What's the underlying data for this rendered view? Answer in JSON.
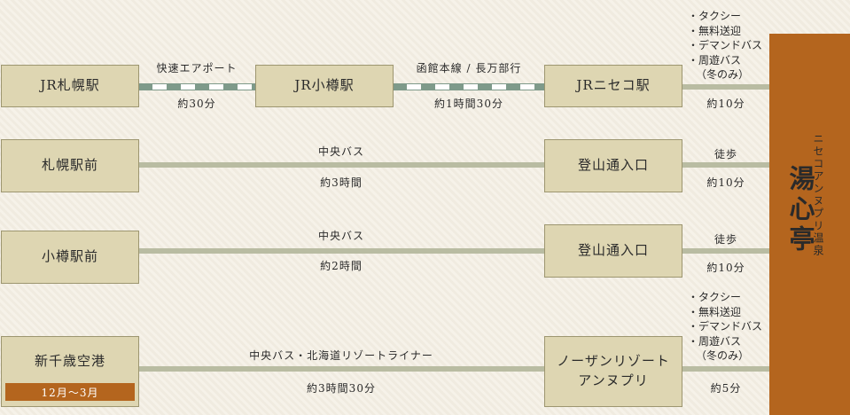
{
  "destination": {
    "name": "湯心亭",
    "area": "ニセコアンヌプリ温泉"
  },
  "routes": [
    {
      "origin": "JR札幌駅",
      "via1": "JR小樽駅",
      "leg1_line": "快速エアポート",
      "leg1_time": "約30分",
      "via2": "JRニセコ駅",
      "leg2_line": "函館本線 / 長万部行",
      "leg2_time": "約1時間30分",
      "last_time": "約10分",
      "options": [
        "・タクシー",
        "・無料送迎",
        "・デマンドバス",
        "・周遊バス",
        "（冬のみ）"
      ]
    },
    {
      "origin": "札幌駅前",
      "line": "中央バス",
      "time": "約3時間",
      "stop": "登山通入口",
      "last_mode": "徒歩",
      "last_time": "約10分"
    },
    {
      "origin": "小樽駅前",
      "line": "中央バス",
      "time": "約2時間",
      "stop": "登山通入口",
      "last_mode": "徒歩",
      "last_time": "約10分"
    },
    {
      "origin": "新千歳空港",
      "badge": "12月～3月",
      "line": "中央バス・北海道リゾートライナー",
      "time": "約3時間30分",
      "stop_line1": "ノーザンリゾート",
      "stop_line2": "アンヌプリ",
      "last_time": "約5分",
      "options": [
        "・タクシー",
        "・無料送迎",
        "・デマンドバス",
        "・周遊バス",
        "（冬のみ）"
      ]
    }
  ],
  "colors": {
    "box_fill": "#ded6b2",
    "destination": "#b4651e",
    "rail": "#7e9a8a",
    "bus_line": "#b9bca2"
  }
}
